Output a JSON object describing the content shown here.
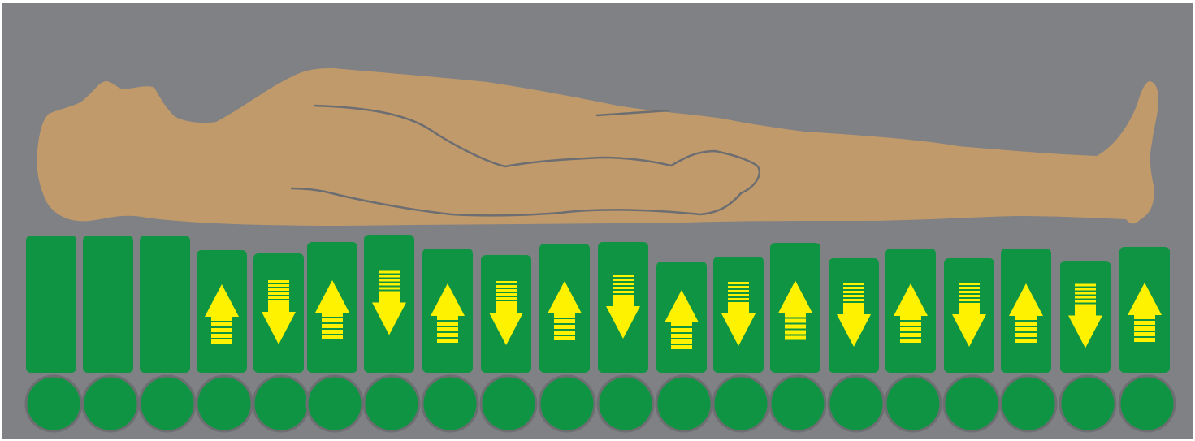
{
  "colors": {
    "background": "#808184",
    "body_fill": "#c19a6b",
    "body_line": "#6d6e71",
    "cell_fill": "#0f9444",
    "circle_stroke": "#6d6e71",
    "arrow": "#fff200"
  },
  "cells": [
    {
      "state": "static"
    },
    {
      "state": "static"
    },
    {
      "state": "static"
    },
    {
      "state": "inflating",
      "icon": "arrow-up-icon"
    },
    {
      "state": "deflating",
      "icon": "arrow-down-icon"
    },
    {
      "state": "inflating",
      "icon": "arrow-up-icon"
    },
    {
      "state": "deflating",
      "icon": "arrow-down-icon"
    },
    {
      "state": "inflating",
      "icon": "arrow-up-icon"
    },
    {
      "state": "deflating",
      "icon": "arrow-down-icon"
    },
    {
      "state": "inflating",
      "icon": "arrow-up-icon"
    },
    {
      "state": "deflating",
      "icon": "arrow-down-icon"
    },
    {
      "state": "inflating",
      "icon": "arrow-up-icon"
    },
    {
      "state": "deflating",
      "icon": "arrow-down-icon"
    },
    {
      "state": "inflating",
      "icon": "arrow-up-icon"
    },
    {
      "state": "deflating",
      "icon": "arrow-down-icon"
    },
    {
      "state": "inflating",
      "icon": "arrow-up-icon"
    },
    {
      "state": "deflating",
      "icon": "arrow-down-icon"
    },
    {
      "state": "inflating",
      "icon": "arrow-up-icon"
    },
    {
      "state": "deflating",
      "icon": "arrow-down-icon"
    },
    {
      "state": "inflating",
      "icon": "arrow-up-icon"
    }
  ]
}
